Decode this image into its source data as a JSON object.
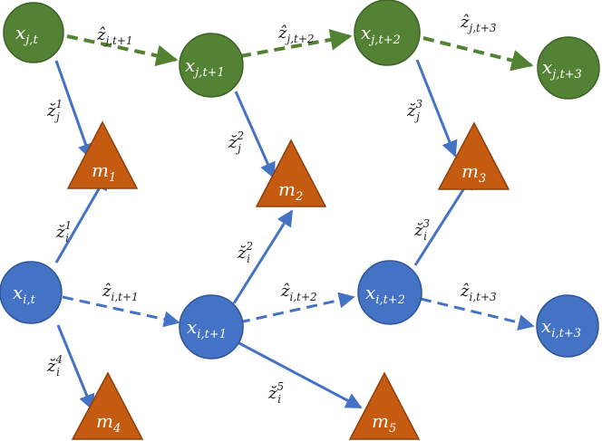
{
  "colors": {
    "pose_j_fill": "#548235",
    "pose_j_stroke": "#3d6126",
    "pose_i_fill": "#4472c4",
    "pose_i_stroke": "#2f5597",
    "landmark_fill": "#c55a11",
    "landmark_stroke": "#8f3f0b",
    "edge_observation": "#4472c4",
    "edge_odometry_j": "#548235",
    "edge_odometry_i": "#4472c4"
  },
  "nodes": {
    "xj_t": {
      "base": "x",
      "sub": "j,t"
    },
    "xj_t1": {
      "base": "x",
      "sub": "j,t+1"
    },
    "xj_t2": {
      "base": "x",
      "sub": "j,t+2"
    },
    "xj_t3": {
      "base": "x",
      "sub": "j,t+3"
    },
    "xi_t": {
      "base": "x",
      "sub": "i,t"
    },
    "xi_t1": {
      "base": "x",
      "sub": "i,t+1"
    },
    "xi_t2": {
      "base": "x",
      "sub": "i,t+2"
    },
    "xi_t3": {
      "base": "x",
      "sub": "i,t+3"
    },
    "m1": {
      "base": "m",
      "sub": "1"
    },
    "m2": {
      "base": "m",
      "sub": "2"
    },
    "m3": {
      "base": "m",
      "sub": "3"
    },
    "m4": {
      "base": "m",
      "sub": "4"
    },
    "m5": {
      "base": "m",
      "sub": "5"
    }
  },
  "edge_labels": {
    "zhat_j_t1": {
      "base": "ẑ",
      "sub": "j,t+1"
    },
    "zhat_j_t2": {
      "base": "ẑ",
      "sub": "j,t+2"
    },
    "zhat_j_t3": {
      "base": "ẑ",
      "sub": "j,t+3"
    },
    "zhat_i_t1": {
      "base": "ẑ",
      "sub": "i,t+1"
    },
    "zhat_i_t2": {
      "base": "ẑ",
      "sub": "i,t+2"
    },
    "zhat_i_t3": {
      "base": "ẑ",
      "sub": "i,t+3"
    },
    "zbreve_j_1": {
      "base": "z̆",
      "sub": "j",
      "sup": "1"
    },
    "zbreve_j_2": {
      "base": "z̆",
      "sub": "j",
      "sup": "2"
    },
    "zbreve_j_3": {
      "base": "z̆",
      "sub": "j",
      "sup": "3"
    },
    "zbreve_i_1": {
      "base": "z̆",
      "sub": "i",
      "sup": "1"
    },
    "zbreve_i_2": {
      "base": "z̆",
      "sub": "i",
      "sup": "2"
    },
    "zbreve_i_3": {
      "base": "z̆",
      "sub": "i",
      "sup": "3"
    },
    "zbreve_i_4": {
      "base": "z̆",
      "sub": "i",
      "sup": "4"
    },
    "zbreve_i_5": {
      "base": "z̆",
      "sub": "i",
      "sup": "5"
    }
  }
}
